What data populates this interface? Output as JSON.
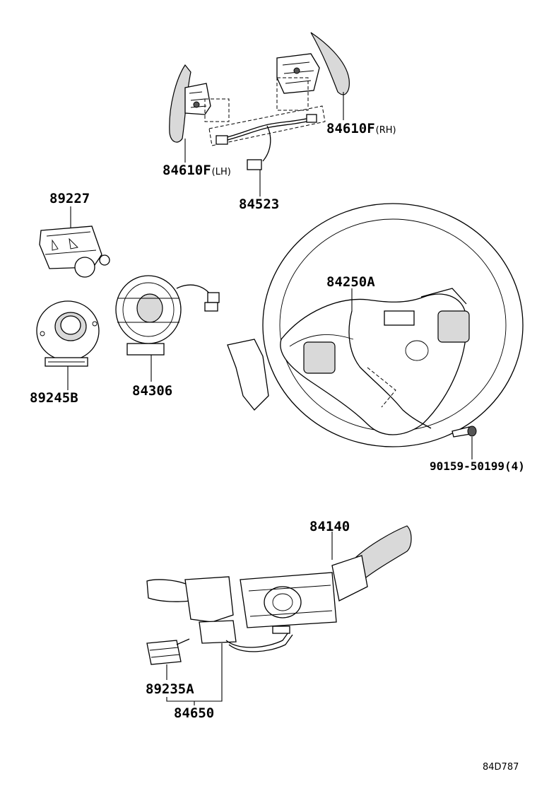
{
  "labels": {
    "p84610F_lh": "84610F",
    "lh_suffix": "(LH)",
    "p84610F_rh": "84610F",
    "rh_suffix": "(RH)",
    "p84523": "84523",
    "p89227": "89227",
    "p84250A": "84250A",
    "p89245B": "89245B",
    "p84306": "84306",
    "p90159": "90159-50199(4)",
    "p84140": "84140",
    "p89235A": "89235A",
    "p84650": "84650"
  },
  "diagram_code": "84D787"
}
